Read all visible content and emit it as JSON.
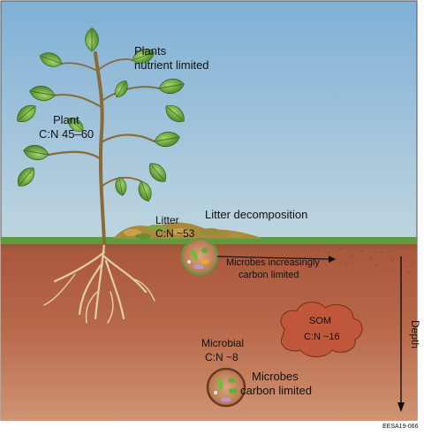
{
  "labels": {
    "plants_line1": "Plants",
    "plants_line2": "nutrient limited",
    "plant_line1": "Plant",
    "plant_line2": "C:N 45–60",
    "litter_decomposition": "Litter decomposition",
    "litter_line1": "Litter",
    "litter_line2": "C:N ~53",
    "microbes_increasing_line1": "Microbes increasingly",
    "microbes_increasing_line2": "carbon limited",
    "som_line1": "SOM",
    "som_line2": "C:N ~16",
    "microbial_line1": "Microbial",
    "microbial_line2": "C:N ~8",
    "microbes_carbon_line1": "Microbes",
    "microbes_carbon_line2": "carbon limited",
    "depth": "Depth",
    "figure_code": "EESA19-066"
  },
  "colors": {
    "sky_top": "#7fb0d6",
    "sky_bottom": "#e8eee4",
    "soil_top": "#b05a3a",
    "soil_bottom": "#c98a63",
    "grass": "#5f9a3e",
    "leaf": "#6dab35",
    "stem": "#8a6a35",
    "root": "#d8c8a0",
    "som_cloud": "#c0563a"
  }
}
